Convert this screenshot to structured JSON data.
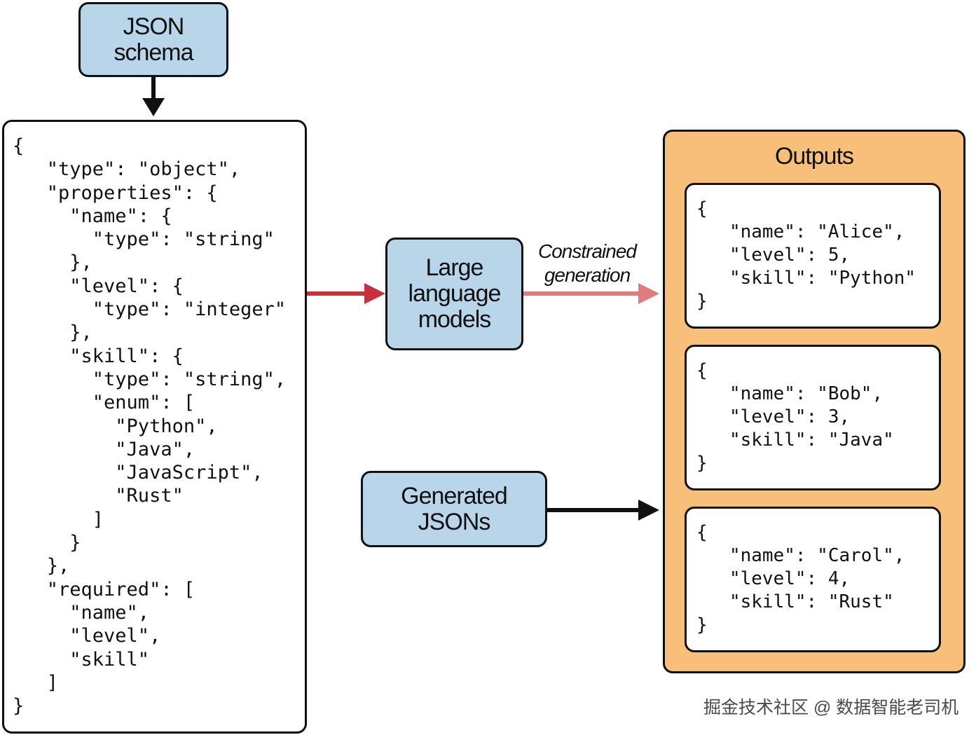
{
  "nodes": {
    "schema_label": "JSON schema",
    "llm_label_lines": [
      "Large",
      "language",
      "models"
    ],
    "generated_label": "Generated JSONs",
    "outputs_title": "Outputs"
  },
  "edge_labels": {
    "constrained_lines": [
      "Constrained",
      "generation"
    ]
  },
  "schema_code": "{\n   \"type\": \"object\",\n   \"properties\": {\n     \"name\": {\n       \"type\": \"string\"\n     },\n     \"level\": {\n       \"type\": \"integer\"\n     },\n     \"skill\": {\n       \"type\": \"string\",\n       \"enum\": [\n         \"Python\",\n         \"Java\",\n         \"JavaScript\",\n         \"Rust\"\n       ]\n     }\n   },\n   \"required\": [\n     \"name\",\n     \"level\",\n     \"skill\"\n   ]\n}",
  "outputs": [
    "{\n   \"name\": \"Alice\",\n   \"level\": 5,\n   \"skill\": \"Python\"\n}",
    "{\n   \"name\": \"Bob\",\n   \"level\": 3,\n   \"skill\": \"Java\"\n}",
    "{\n   \"name\": \"Carol\",\n   \"level\": 4,\n   \"skill\": \"Rust\"\n}"
  ],
  "watermark": "掘金技术社区 @ 数据智能老司机",
  "colors": {
    "node_fill": "#b9d5ea",
    "outputs_fill": "#f8bf7a",
    "arrow_red": "#c8313a",
    "arrow_pink": "#e07b7f",
    "arrow_black": "#111111"
  }
}
